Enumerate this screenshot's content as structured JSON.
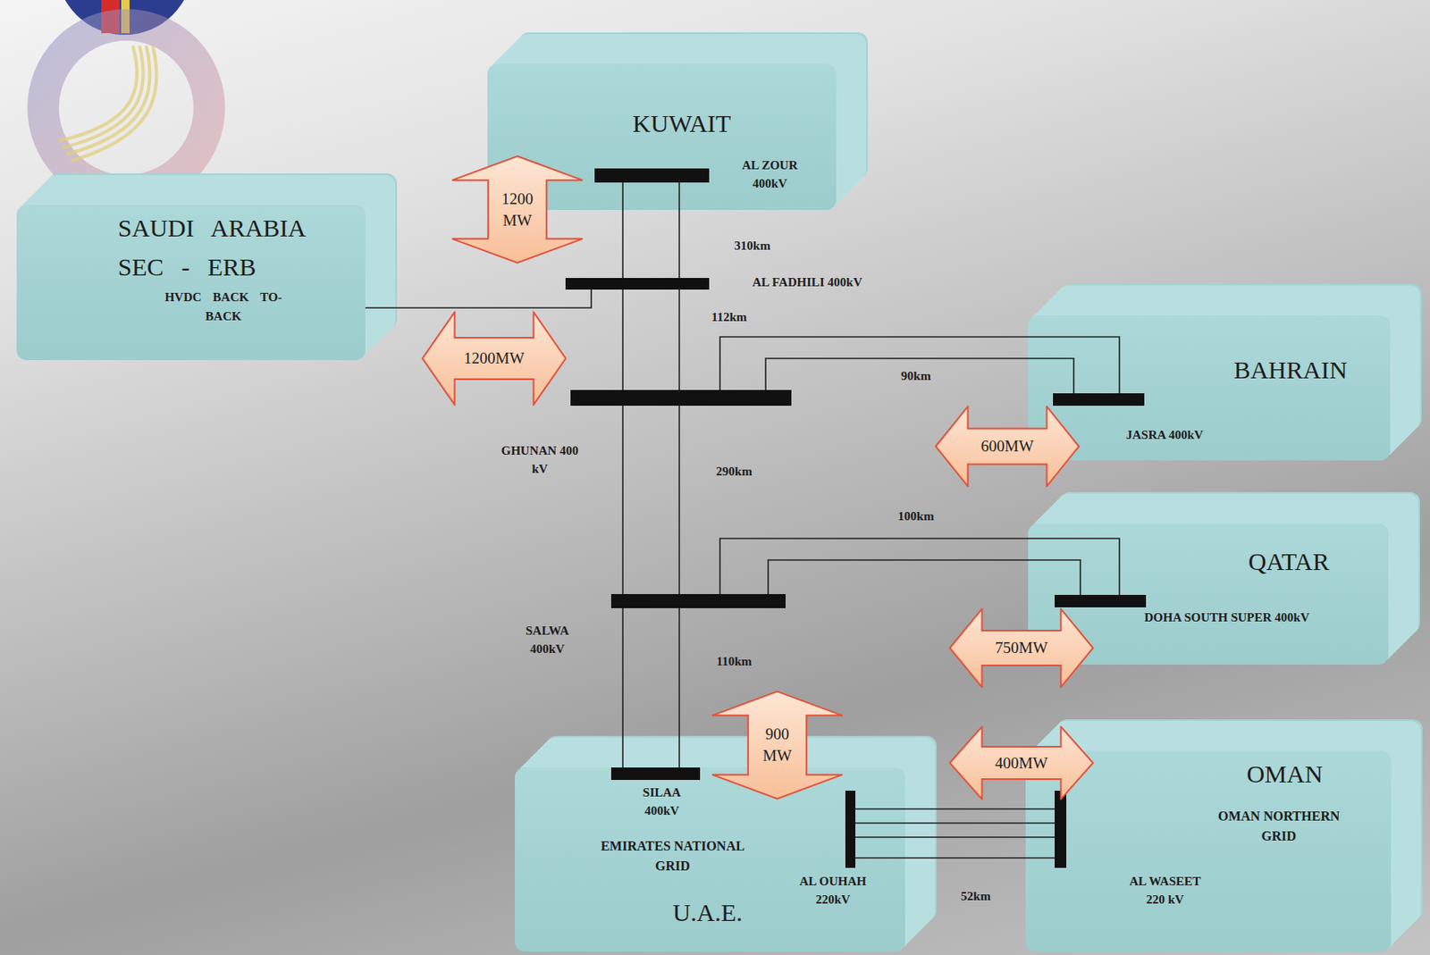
{
  "diagram": {
    "nodes": [
      {
        "text": [
          "KUWAIT"
        ]
      },
      {
        "text": [
          "AL ZOUR 400kV"
        ],
        "in": 0
      },
      {
        "text": [
          "1200 MW"
        ]
      },
      {
        "text": [
          "SAUDI ARABIA SEC - ERB",
          "HVDC BACK TO- BACK"
        ]
      },
      {
        "text": [
          "AL FADHILI 400kV"
        ]
      },
      {
        "text": [
          "1200MW"
        ]
      },
      {
        "text": [
          "BAHRAIN"
        ]
      },
      {
        "text": [
          "JASRA 400kV"
        ],
        "in": 6
      },
      {
        "text": [
          "GHUNAN 400 kV"
        ]
      },
      {
        "text": [
          "600MW"
        ]
      },
      {
        "text": [
          "QATAR"
        ]
      },
      {
        "text": [
          "DOHA SOUTH SUPER 400kV"
        ],
        "in": 10
      },
      {
        "text": [
          "SALWA 400kV"
        ]
      },
      {
        "text": [
          "750MW"
        ]
      },
      {
        "text": [
          "900 MW"
        ]
      },
      {
        "text": [
          "400MW"
        ]
      },
      {
        "text": [
          "EMIRATES NATIONAL GRID",
          "U.A.E."
        ]
      },
      {
        "text": [
          "SILAA 400kV"
        ],
        "in": 16
      },
      {
        "text": [
          "AL OUHAH 220kV"
        ],
        "in": 16
      },
      {
        "text": [
          "OMAN",
          "OMAN NORTHERN GRID"
        ]
      },
      {
        "text": [
          "AL WASEET 220 kV"
        ],
        "in": 19
      }
    ],
    "edges": [
      {
        "from": 1,
        "to": 4,
        "arrow": "none"
      },
      {
        "from": 1,
        "to": 4,
        "label": "310km",
        "arrow": "none"
      },
      {
        "from": 3,
        "to": 4,
        "arrow": "none"
      },
      {
        "from": 4,
        "to": 8,
        "arrow": "none"
      },
      {
        "from": 4,
        "to": 8,
        "label": "112km",
        "arrow": "none"
      },
      {
        "from": 8,
        "to": 7,
        "arrow": "none"
      },
      {
        "from": 8,
        "to": 7,
        "label": "90km",
        "arrow": "none"
      },
      {
        "from": 8,
        "to": 12,
        "arrow": "none"
      },
      {
        "from": 8,
        "to": 12,
        "label": "290km",
        "arrow": "none"
      },
      {
        "from": 12,
        "to": 11,
        "arrow": "none"
      },
      {
        "from": 12,
        "to": 11,
        "label": "100km",
        "arrow": "none"
      },
      {
        "from": 12,
        "to": 17,
        "arrow": "none"
      },
      {
        "from": 12,
        "to": 17,
        "label": "110km",
        "arrow": "none"
      },
      {
        "from": 18,
        "to": 20,
        "arrow": "none"
      },
      {
        "from": 18,
        "to": 20,
        "arrow": "none"
      },
      {
        "from": 18,
        "to": 20,
        "arrow": "none"
      },
      {
        "from": 18,
        "to": 20,
        "label": "52km",
        "arrow": "none"
      }
    ]
  }
}
